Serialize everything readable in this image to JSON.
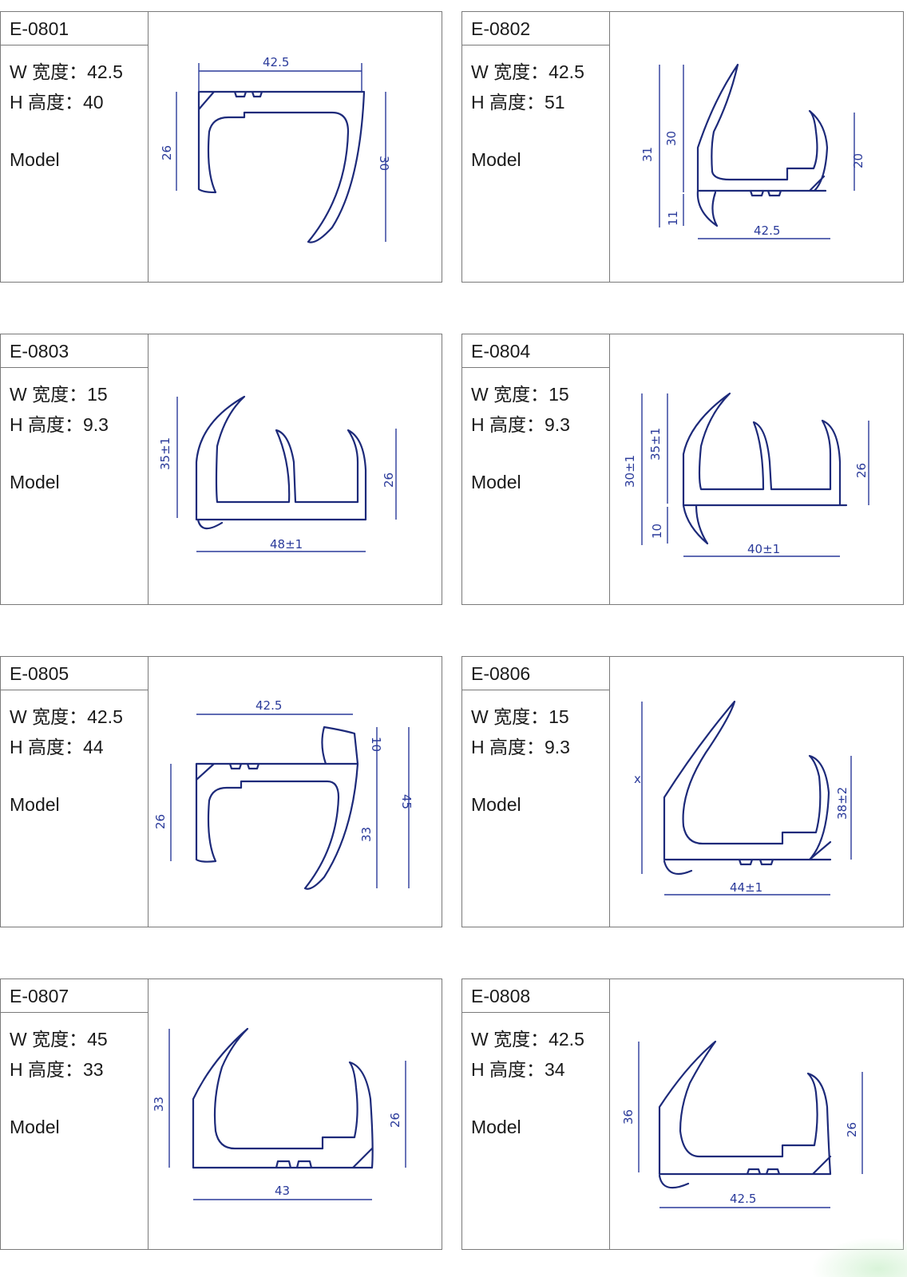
{
  "cards": [
    {
      "code": "E-0801",
      "width": "W 宽度：42.5",
      "height": "H 高度：40",
      "model": "Model",
      "dims": [
        "42.5",
        "26",
        "30"
      ]
    },
    {
      "code": "E-0802",
      "width": "W 宽度：42.5",
      "height": "H 高度：51",
      "model": "Model",
      "dims": [
        "31",
        "30",
        "20",
        "11",
        "42.5"
      ]
    },
    {
      "code": "E-0803",
      "width": "W 宽度：15",
      "height": "H 高度：9.3",
      "model": "Model",
      "dims": [
        "35±1",
        "26",
        "48±1"
      ]
    },
    {
      "code": "E-0804",
      "width": "W 宽度：15",
      "height": "H 高度：9.3",
      "model": "Model",
      "dims": [
        "30±1",
        "35±1",
        "26",
        "10",
        "40±1"
      ]
    },
    {
      "code": "E-0805",
      "width": "W 宽度：42.5",
      "height": "H 高度：44",
      "model": "Model",
      "dims": [
        "42.5",
        "10",
        "26",
        "33",
        "45"
      ]
    },
    {
      "code": "E-0806",
      "width": "W 宽度：15",
      "height": "H 高度：9.3",
      "model": "Model",
      "dims": [
        "x",
        "38±2",
        "44±1"
      ]
    },
    {
      "code": "E-0807",
      "width": "W 宽度：45",
      "height": "H 高度：33",
      "model": "Model",
      "dims": [
        "33",
        "26",
        "43"
      ]
    },
    {
      "code": "E-0808",
      "width": "W 宽度：42.5",
      "height": "H 高度：34",
      "model": "Model",
      "dims": [
        "36",
        "26",
        "42.5"
      ]
    }
  ]
}
